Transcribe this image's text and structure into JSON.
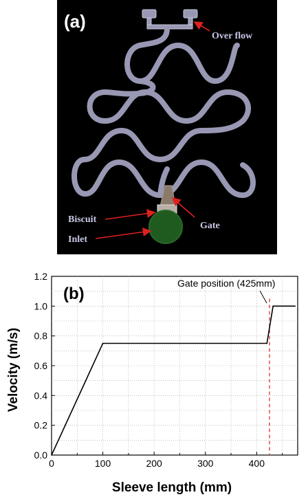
{
  "panel_a": {
    "label": "(a)",
    "callouts": {
      "overflow": "Over flow",
      "biscuit": "Biscuit",
      "gate": "Gate",
      "inlet": "Inlet"
    },
    "colors": {
      "background": "#000000",
      "channel": "#9898b4",
      "inlet": "#1f5a1f",
      "arrow": "#e02020",
      "text": "#c9c9e6"
    }
  },
  "panel_b": {
    "label": "(b)",
    "annotation": "Gate position (425mm)"
  },
  "chart_data": {
    "type": "line",
    "xlabel": "Sleeve length (mm)",
    "ylabel": "Velocity (m/s)",
    "xlim": [
      0,
      480
    ],
    "ylim": [
      0.0,
      1.2
    ],
    "xticks": [
      0,
      100,
      200,
      300,
      400
    ],
    "yticks": [
      0.0,
      0.2,
      0.4,
      0.6,
      0.8,
      1.0,
      1.2
    ],
    "grid": true,
    "series": [
      {
        "x": [
          0,
          100,
          420,
          432,
          475
        ],
        "y": [
          0.0,
          0.75,
          0.75,
          1.0,
          1.0
        ],
        "color": "#000000"
      }
    ],
    "reference_line": {
      "x": 425,
      "color": "#e03030",
      "style": "dashed"
    }
  }
}
